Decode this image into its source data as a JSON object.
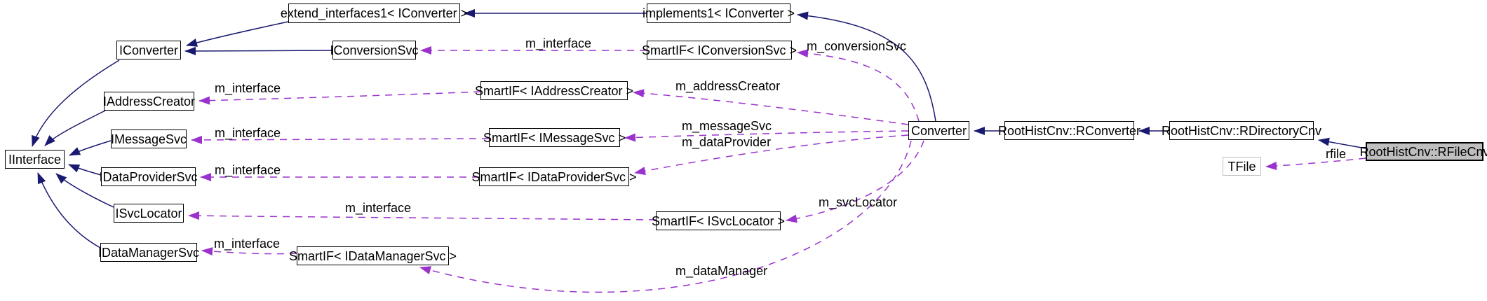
{
  "colors": {
    "inheritance_edge": "#191970",
    "usage_edge": "#9a32cd",
    "node_border": "#000000",
    "node_fill": "#ffffff",
    "focus_node_fill": "#bfbfbf",
    "external_node_border": "#bebebe",
    "background": "#ffffff"
  },
  "nodes": {
    "extend_interfaces1": {
      "label": "extend_interfaces1< IConverter >"
    },
    "implements1": {
      "label": "implements1< IConverter >"
    },
    "iconverter": {
      "label": "IConverter"
    },
    "iconversionsvc": {
      "label": "IConversionSvc"
    },
    "smartif_iconversionsvc": {
      "label": "SmartIF< IConversionSvc >"
    },
    "iaddresscreator": {
      "label": "IAddressCreator"
    },
    "smartif_iaddresscreator": {
      "label": "SmartIF< IAddressCreator >"
    },
    "imessagesvc": {
      "label": "IMessageSvc"
    },
    "smartif_imessagesvc": {
      "label": "SmartIF< IMessageSvc >"
    },
    "iinterface": {
      "label": "IInterface"
    },
    "idataprovidersvc": {
      "label": "IDataProviderSvc"
    },
    "smartif_idataprovidersvc": {
      "label": "SmartIF< IDataProviderSvc >"
    },
    "isvclocator": {
      "label": "ISvcLocator"
    },
    "smartif_isvclocator": {
      "label": "SmartIF< ISvcLocator >"
    },
    "idatamanagersvc": {
      "label": "IDataManagerSvc"
    },
    "smartif_idatamanagersvc": {
      "label": "SmartIF< IDataManagerSvc >"
    },
    "converter": {
      "label": "Converter"
    },
    "rconverter": {
      "label": "RootHistCnv::RConverter"
    },
    "rdirectorycnv": {
      "label": "RootHistCnv::RDirectoryCnv"
    },
    "rfilecnv": {
      "label": "RootHistCnv::RFileCnv"
    },
    "tfile": {
      "label": "TFile"
    }
  },
  "edge_labels": {
    "m_interface_conversionsvc": "m_interface",
    "m_interface_addresscreator": "m_interface",
    "m_interface_messagesvc": "m_interface",
    "m_interface_dataprovidersvc": "m_interface",
    "m_interface_svclocator": "m_interface",
    "m_interface_datamanagersvc": "m_interface",
    "m_conversionSvc": "m_conversionSvc",
    "m_addressCreator": "m_addressCreator",
    "m_messageSvc": "m_messageSvc",
    "m_dataProvider": "m_dataProvider",
    "m_svcLocator": "m_svcLocator",
    "m_dataManager": "m_dataManager",
    "rfile": "rfile"
  }
}
